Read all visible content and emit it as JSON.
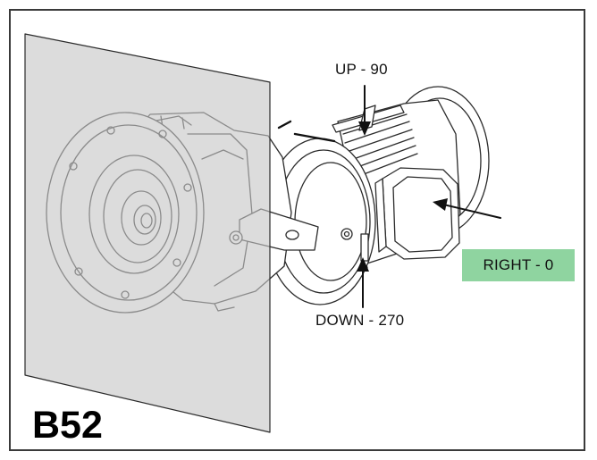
{
  "figure": {
    "view_code": "B52",
    "orientations": {
      "up": "UP - 90",
      "down": "DOWN - 270",
      "right": "RIGHT - 0"
    },
    "colors": {
      "frame": "#3a3a3a",
      "wall_panel": "#c6c6c6",
      "line_work": "#2b2b2b",
      "right_highlight": "#8fd4a0"
    }
  }
}
